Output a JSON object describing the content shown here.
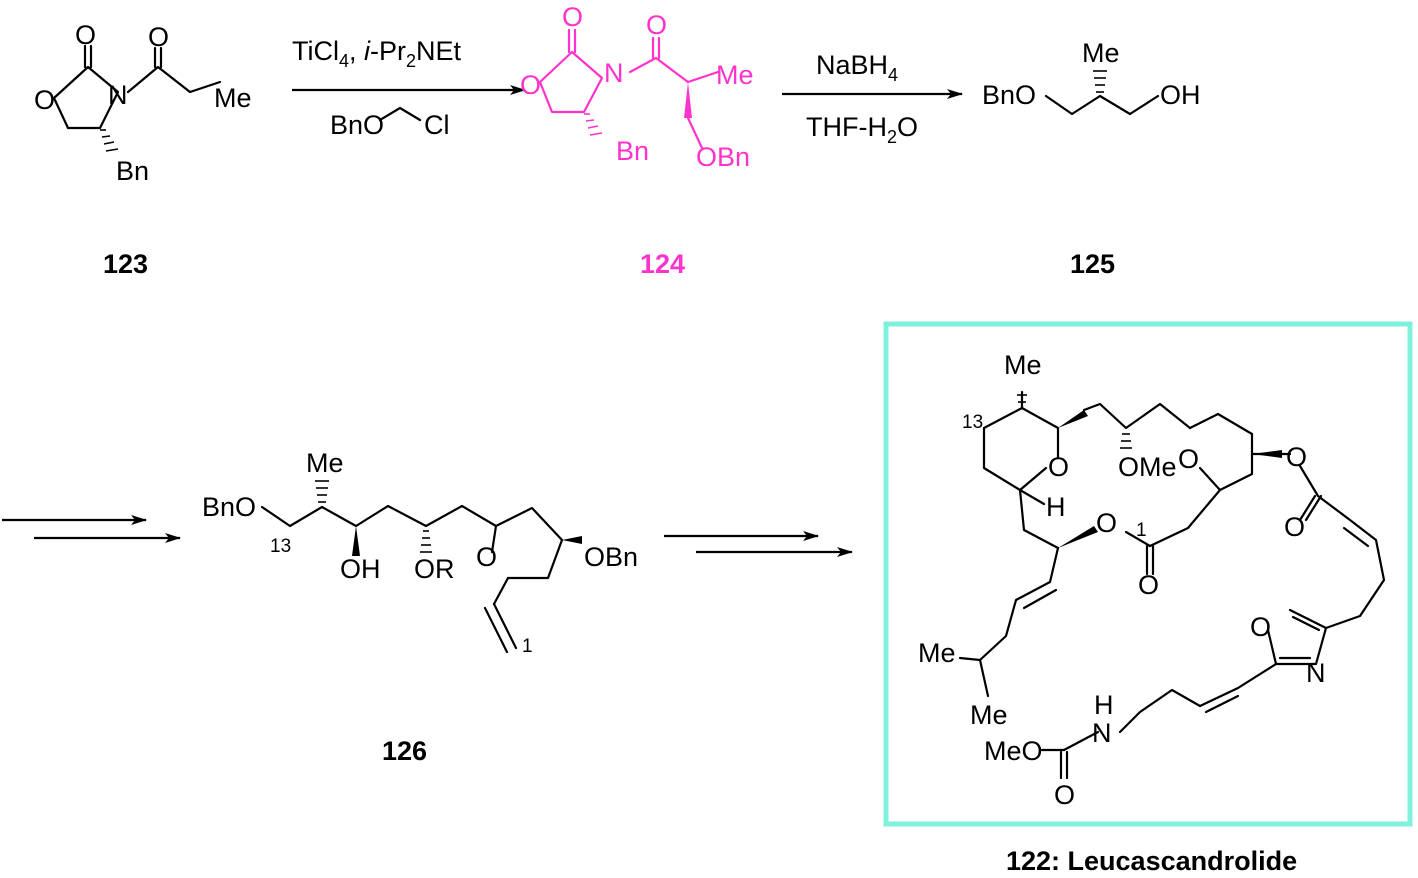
{
  "compounds": {
    "c123": {
      "number": "123",
      "atoms": {
        "o_carbonyl": "O",
        "o_ring": "O",
        "n": "N",
        "o_acyl": "O",
        "me": "Me",
        "bn": "Bn"
      }
    },
    "c124": {
      "number": "124",
      "atoms": {
        "o_carbonyl": "O",
        "o_ring": "O",
        "n": "N",
        "o_acyl": "O",
        "me": "Me",
        "bn": "Bn",
        "obn": "OBn"
      }
    },
    "c125": {
      "number": "125",
      "atoms": {
        "bno": "BnO",
        "me": "Me",
        "oh": "OH"
      }
    },
    "c126": {
      "number": "126",
      "atoms": {
        "bno": "BnO",
        "me": "Me",
        "oh": "OH",
        "or": "OR",
        "o_ring": "O",
        "obn": "OBn",
        "c13": "13",
        "c1": "1"
      }
    },
    "c122": {
      "label": "122: Leucascandrolide",
      "atoms": {
        "me_top": "Me",
        "c13": "13",
        "o_thp1": "O",
        "h": "H",
        "ome": "OMe",
        "o_thp2": "O",
        "o_ester_top": "O",
        "o_carbonyl_top": "O",
        "o_ester_mid": "O",
        "c1": "1",
        "o_carbonyl_mid": "O",
        "o_oxazole": "O",
        "n_oxazole": "N",
        "me_iso1": "Me",
        "me_iso2": "Me",
        "nh_h": "H",
        "nh_n": "N",
        "meo": "MeO",
        "o_carbamate": "O"
      }
    }
  },
  "reactions": {
    "step1": {
      "reagent_top": {
        "pre": "TiCl",
        "sub1": "4",
        "mid": ", ",
        "ipr": "i",
        "pr": "-Pr",
        "sub2": "2",
        "post": "NEt"
      },
      "reagent_bottom": {
        "bno": "BnO",
        "cl": "Cl"
      }
    },
    "step2": {
      "reagent_top": {
        "pre": "NaBH",
        "sub": "4"
      },
      "reagent_bottom": {
        "pre": "THF-H",
        "sub": "2",
        "post": "O"
      }
    }
  },
  "colors": {
    "highlight": "#ff33cc",
    "frame": "#7ff0dc",
    "ink": "#000000"
  }
}
